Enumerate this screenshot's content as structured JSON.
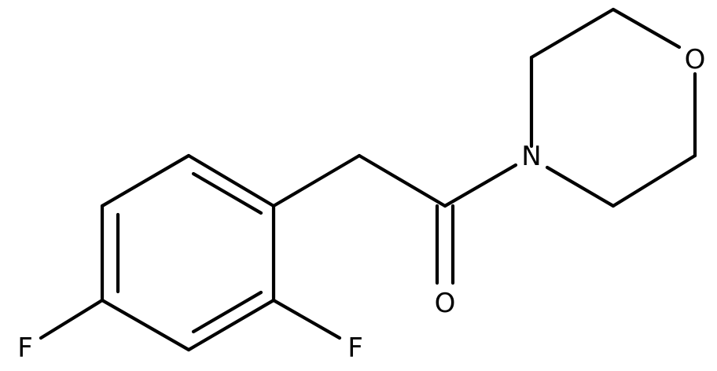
{
  "molecule": {
    "atom_labels": {
      "oxygen_ring": "O",
      "nitrogen": "N",
      "oxygen_carbonyl": "O",
      "fluorine_ortho": "F",
      "fluorine_para": "F"
    }
  },
  "colors": {
    "bond": "#000000",
    "label": "#000000",
    "background": "#ffffff"
  }
}
